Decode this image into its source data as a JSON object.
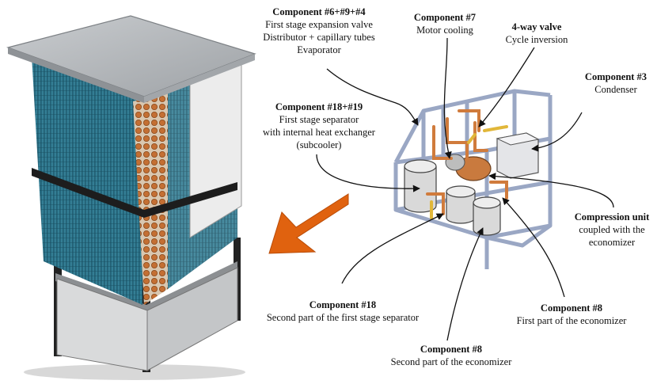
{
  "labels": {
    "c6": {
      "title": "Component #6+#9+#4",
      "lines": [
        "First stage expansion valve",
        "Distributor + capillary tubes",
        "Evaporator"
      ]
    },
    "c7": {
      "title": "Component #7",
      "lines": [
        "Motor cooling"
      ]
    },
    "valve": {
      "title": "4-way valve",
      "lines": [
        "Cycle inversion"
      ]
    },
    "c3": {
      "title": "Component #3",
      "lines": [
        "Condenser"
      ]
    },
    "c18_19": {
      "title": "Component #18+#19",
      "lines": [
        "First stage separator",
        "with internal heat exchanger",
        "(subcooler)"
      ]
    },
    "compression": {
      "title": "Compression unit",
      "lines": [
        "coupled with the",
        "economizer"
      ]
    },
    "c18": {
      "title": "Component #18",
      "lines": [
        "Second part of the first stage separator"
      ]
    },
    "c8a": {
      "title": "Component #8",
      "lines": [
        "First part of the economizer"
      ]
    },
    "c8b": {
      "title": "Component #8",
      "lines": [
        "Second part of the economizer"
      ]
    }
  },
  "colors": {
    "arrow": "#e0620f",
    "coil": "#2a6f84",
    "copper": "#c9773e",
    "frame": "#9aa7c4",
    "roof": "#b9bcbf"
  }
}
